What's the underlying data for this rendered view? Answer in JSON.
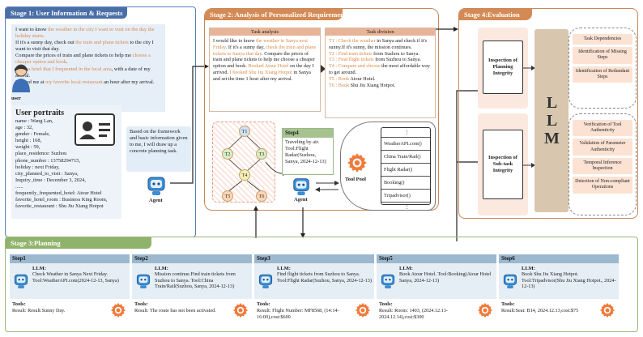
{
  "stage1": {
    "title": "Stage 1: User Information & Requests",
    "request_lines": [
      [
        {
          "t": "I want to know "
        },
        {
          "t": "the weather in the city I want to visit on the day the holiday starts",
          "h": true
        },
        {
          "t": "."
        }
      ],
      [
        {
          "t": "If it's a sunny day, check out "
        },
        {
          "t": "the train and plane tickets",
          "h": true
        },
        {
          "t": " to the city I want to visit that day."
        }
      ],
      [
        {
          "t": "Compare the prices of train and plane tickets to help me "
        },
        {
          "t": "choose a cheaper option and book",
          "h": true
        },
        {
          "t": "."
        }
      ],
      [
        {
          "t": "Book "
        },
        {
          "t": "a hotel that I frequented in the local area",
          "h": true
        },
        {
          "t": ", with a date of my arrival."
        }
      ],
      [
        {
          "t": "Booked me at "
        },
        {
          "t": "my favorite local restaurant",
          "h": true
        },
        {
          "t": " an hour after my arrival."
        }
      ]
    ],
    "user_label": "user",
    "portraits_title": "User portraits",
    "portrait_lines": [
      "name : Wang Lan,",
      "age : 32,",
      "gender : Female,",
      "height : 168,",
      "weight : 59,",
      "place_residence: Suzhou",
      "phone_number : 13758294715,",
      "holiday : next Friday,",
      "city_planned_to_visit : Sanya,",
      "Inquiry_time : December 3, 2024,",
      "......",
      "frequently_frequented_hotel: Atour Hotel",
      "favorite_hotel_room : Business King Room,",
      "favorite_restaurant : Shu Jiu Xiang Hotpot"
    ],
    "agent_say": "Based on the framework and basic information given to me, I will draw up a concrete planning task.",
    "agent_label": "Agent"
  },
  "stage2": {
    "title": "Stage 2: Analysis of Personalized Requirements",
    "task_analysis_title": "Task analysis",
    "task_analysis": [
      {
        "t": "I would like to know "
      },
      {
        "t": "the weather in Sanya next Friday",
        "h": true
      },
      {
        "t": ". If it's a sunny day, "
      },
      {
        "t": "check the train and plane tickets to Sanya that day",
        "h": true
      },
      {
        "t": ". Compare the prices of train and plane tickets to help me choose a cheaper option and book. "
      },
      {
        "t": "Booked Atour Hotel",
        "h": true
      },
      {
        "t": " on the day I arrived. "
      },
      {
        "t": "I booked Shu Jiu Xiang Hotpot",
        "h": true
      },
      {
        "t": " in Sanya and set the time 1 hour after my arrival."
      }
    ],
    "task_division_title": "Task division",
    "task_division": [
      [
        {
          "t": "T1 : ",
          "h": true
        },
        {
          "t": "Check the weather",
          "h": true
        },
        {
          "t": " in Sanya and check if it's sunny.If it's sunny, the mission continues."
        }
      ],
      [
        {
          "t": "T2 : ",
          "h": true
        },
        {
          "t": "Find train tickets",
          "h": true
        },
        {
          "t": " from Suzhou to Sanya."
        }
      ],
      [
        {
          "t": "T3 : ",
          "h": true
        },
        {
          "t": "Find flight tickets",
          "h": true
        },
        {
          "t": " from Suzhou to Sanya."
        }
      ],
      [
        {
          "t": "T4 : ",
          "h": true
        },
        {
          "t": "Compare and choose",
          "h": true
        },
        {
          "t": " the most affordable way to get around."
        }
      ],
      [
        {
          "t": "T5 : ",
          "h": true
        },
        {
          "t": "Book",
          "h": true
        },
        {
          "t": " Atour Hotel."
        }
      ],
      [
        {
          "t": "T6 : ",
          "h": true
        },
        {
          "t": "Book",
          "h": true
        },
        {
          "t": " Shu Jiu Xiang Hotpot."
        }
      ]
    ],
    "nodes": [
      "T1",
      "T2",
      "T3",
      "T4",
      "T5",
      "T6"
    ],
    "step4_title": "Step4",
    "step4_text": "Traveling by air. Tool:Flight Radar(Suzhou, Sanya, 2024-12-13)",
    "agent_label": "Agent",
    "tool_pool_label": "Tool Pool",
    "tools": [
      "⋮",
      "WeatherAPI.com()",
      "China Train/Rail()",
      "Flight Radar()",
      "Booking()",
      "Tripadvisor()",
      "⋮"
    ]
  },
  "stage4": {
    "title": "Stage 4:Evaluation",
    "inspection1": "Inspection of Planning Integrity",
    "inspection2": "Inspection of Sub-task Integrity",
    "llm": "LLM",
    "group1": [
      "Task Dependencies",
      "Identification of Missing Steps",
      "Identification of Redundant Steps"
    ],
    "group2": [
      "Verification of Tool Authenticity",
      "Validation of Parameter Authenticity",
      "Temporal Inference Inspection",
      "Detection of Non-compliant Operations"
    ]
  },
  "stage3": {
    "title": "Stage 3:Planning",
    "steps": [
      {
        "head": "Step1",
        "llm": "LLM:",
        "body": "Check Weather in Sanya Next Friday. Tool:WeatherAPI.com(2024-12-13, Sanya)",
        "tools": "Tools:",
        "result": "Result: Result:Sunny Day."
      },
      {
        "head": "Step2",
        "llm": "LLM:",
        "body": "Mission continue.Find train tickets from Suzhou to Sanya. Tool:China Train/Rail(Suzhou, Sanya, 2024-12-13)",
        "tools": "Tools:",
        "result": "Result: The route has not been activated."
      },
      {
        "head": "Step3",
        "llm": "LLM:",
        "body": "Find flight tickets from Suzhou to Sanya. Tool:Flight Radar(Suzhou, Sanya, 2024-12-13)",
        "tools": "Tools:",
        "result": "Result: Flight Number: MF8568, (14:14-16:00),cost:$600"
      },
      {
        "head": "Step5",
        "llm": "LLM:",
        "body": "Book Atour Hotel. Tool:Booking(Atour Hotel Sanya, 2024-12-13)",
        "tools": "Tools:",
        "result": "Result: Room: 1403, (2024.12.13-2024.12.14),cost:$300"
      },
      {
        "head": "Step6",
        "llm": "LLM:",
        "body": "Book Shu Jiu Xiang Hotpot. Tool:Tripadvisor(Shu Jiu Xiang Hotpot., 2024-12-13)",
        "tools": "Tools:",
        "result": "Result:Seat: B14, 2024.12.13,cost:$75"
      }
    ]
  },
  "colors": {
    "highlight": "#d88a4a",
    "stage1": "#4a6fa8",
    "stage2": "#d48a55",
    "stage3": "#8fb36a"
  }
}
